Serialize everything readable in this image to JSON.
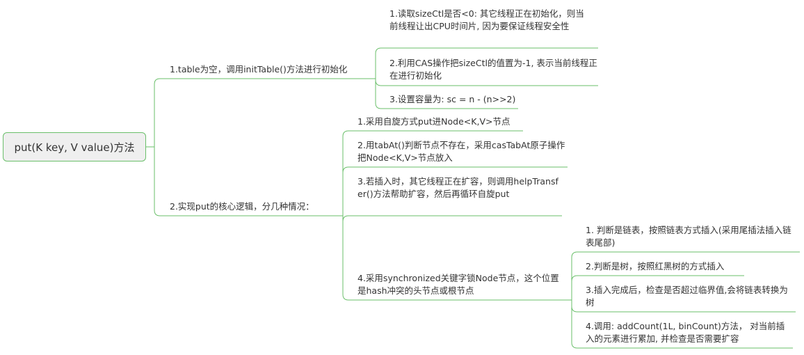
{
  "root": {
    "label": "put(K key, V value)方法"
  },
  "branches": [
    {
      "label": "1.table为空，调用initTable()方法进行初始化",
      "children": [
        {
          "label": "1.读取sizeCtl是否<0: 其它线程正在初始化，则当前线程让出CPU时间片, 因为要保证线程安全性"
        },
        {
          "label": "2.利用CAS操作把sizeCtl的值置为-1, 表示当前线程正在进行初始化"
        },
        {
          "label": "3.设置容量为: sc = n - (n>>2)"
        }
      ]
    },
    {
      "label": "2.实现put的核心逻辑，分几种情况：",
      "children": [
        {
          "label": "1.采用自旋方式put进Node<K,V>节点"
        },
        {
          "label": "2.用tabAt()判断节点不存在，采用casTabAt原子操作把Node<K,V>节点放入"
        },
        {
          "label": "3.若插入时，其它线程正在扩容，则调用helpTransfer()方法帮助扩容，然后再循环自旋put"
        },
        {
          "label": "4.采用synchronized关键字锁Node节点，这个位置是hash冲突的头节点或根节点",
          "children": [
            {
              "label": "1. 判断是链表，按照链表方式插入(采用尾插法插入链表尾部)"
            },
            {
              "label": "2.判断是树，按照红黑树的方式插入"
            },
            {
              "label": "3.插入完成后，检查是否超过临界值,会将链表转换为树"
            },
            {
              "label": "4.调用: addCount(1L, binCount)方法， 对当前插入的元素进行累加, 并检查是否需要扩容"
            }
          ]
        }
      ]
    }
  ],
  "colors": {
    "line": "#6abf6a",
    "root_fill": "#efefef",
    "text": "#333333"
  }
}
